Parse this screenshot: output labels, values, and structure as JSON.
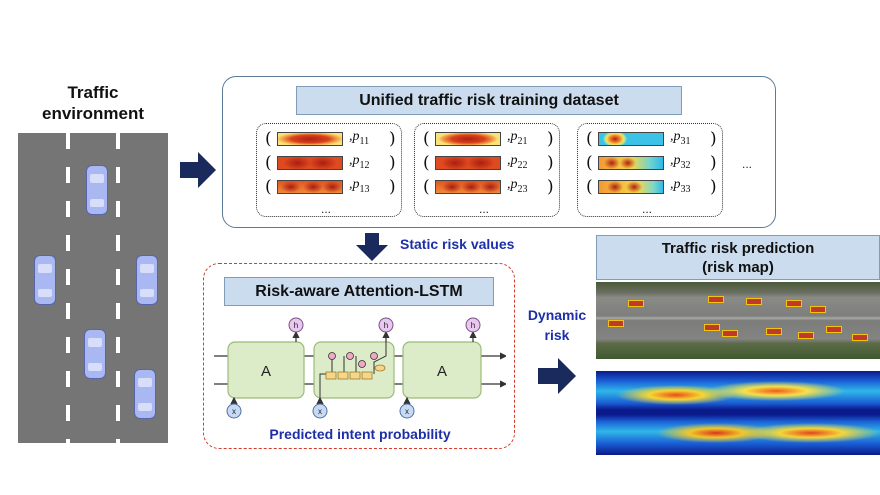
{
  "left": {
    "title_line1": "Traffic",
    "title_line2": "environment"
  },
  "dataset": {
    "title": "Unified traffic risk training dataset",
    "groups": [
      {
        "items": [
          {
            "p": "p",
            "sub": "11"
          },
          {
            "p": "p",
            "sub": "12"
          },
          {
            "p": "p",
            "sub": "13"
          }
        ],
        "ellipsis": "..."
      },
      {
        "items": [
          {
            "p": "p",
            "sub": "21"
          },
          {
            "p": "p",
            "sub": "22"
          },
          {
            "p": "p",
            "sub": "23"
          }
        ],
        "ellipsis": "..."
      },
      {
        "items": [
          {
            "p": "p",
            "sub": "31"
          },
          {
            "p": "p",
            "sub": "32"
          },
          {
            "p": "p",
            "sub": "33"
          }
        ],
        "ellipsis": "..."
      }
    ],
    "more": "...",
    "open_paren": "(",
    "close_paren": ")",
    "comma": ","
  },
  "static_label": "Static risk values",
  "lstm": {
    "title": "Risk-aware Attention-LSTM",
    "cell_label_left": "A",
    "cell_label_right": "A",
    "h_label": "h",
    "x_label": "x",
    "intent_label": "Predicted intent probability"
  },
  "dynamic": {
    "line1": "Dynamic",
    "line2": "risk"
  },
  "prediction": {
    "line1": "Traffic risk prediction",
    "line2": "(risk map)"
  },
  "colors": {
    "accent_blue": "#1d2fa8",
    "dashed_red": "#d63a2a",
    "arrow_navy": "#1b2a5c",
    "title_fill": "#cbdcee"
  }
}
